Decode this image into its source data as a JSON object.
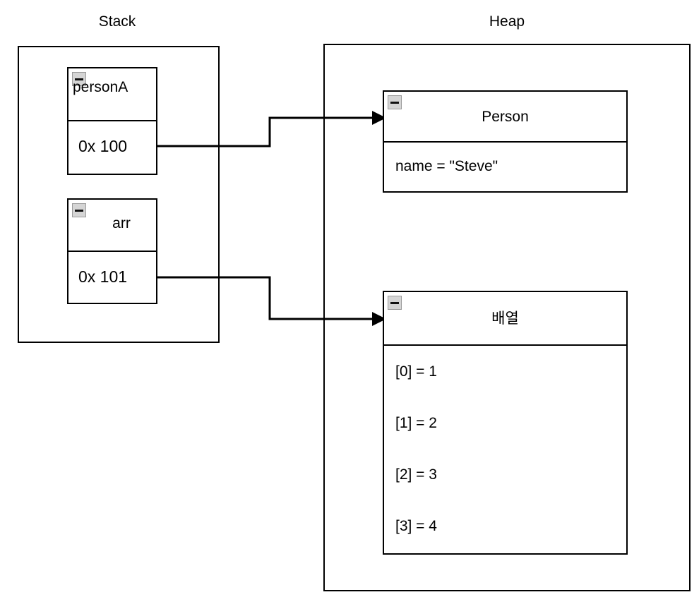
{
  "diagram": {
    "title_stack": "Stack",
    "title_heap": "Heap",
    "collapse_icon": "minus-collapse-icon"
  },
  "stack": {
    "frames": [
      {
        "id": "personA",
        "name": "personA",
        "address": "0x 100"
      },
      {
        "id": "arr",
        "name": "arr",
        "address": "0x 101"
      }
    ]
  },
  "heap": {
    "objects": [
      {
        "id": "person",
        "title": "Person",
        "fields": [
          "name = \"Steve\""
        ]
      },
      {
        "id": "array",
        "title": "배열",
        "fields": [
          "[0] = 1",
          "[1] = 2",
          "[2] = 3",
          "[3] = 4"
        ]
      }
    ]
  },
  "connections": [
    {
      "id": "persona-to-person",
      "from": "personA",
      "to": "Person",
      "label": ""
    },
    {
      "id": "arr-to-array",
      "from": "arr",
      "to": "배열",
      "label": ""
    }
  ],
  "colors": {
    "stroke": "#000000",
    "background": "#ffffff",
    "icon_fill": "#d5d5d5",
    "icon_border": "#9a9a9a"
  }
}
